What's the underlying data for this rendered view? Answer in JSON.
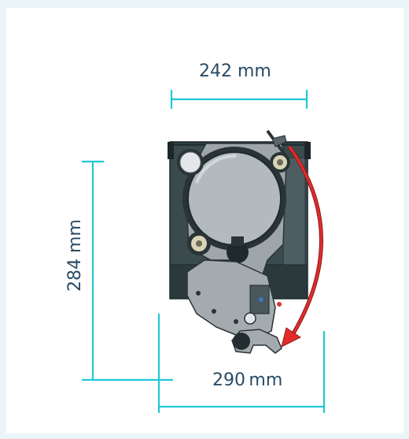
{
  "dimensions": {
    "width_top": "242 mm",
    "height_left": "284 mm",
    "width_bottom": "290 mm"
  },
  "colors": {
    "dimension_line": "#20c7d6",
    "dimension_text": "#2a4a63",
    "machine_body": "#3a4a4d",
    "machine_panel": "#a9b0b5",
    "arrow": "#e32b2b"
  },
  "icons": {
    "rotation_arrow": "curved-arrow-icon"
  }
}
